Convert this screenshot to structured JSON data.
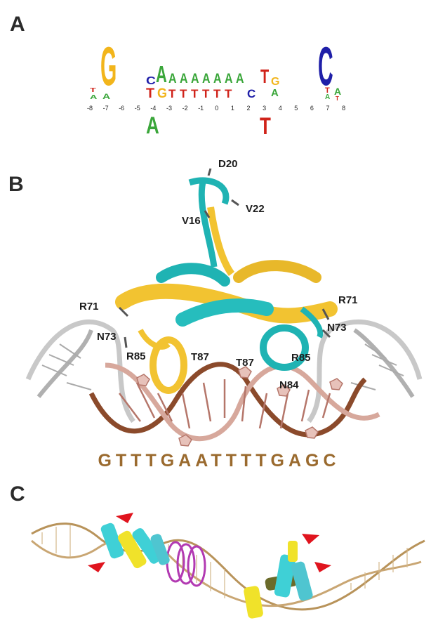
{
  "panels": {
    "a": "A",
    "b": "B",
    "c": "C"
  },
  "logo": {
    "positions": [
      "-8",
      "-7",
      "-6",
      "-5",
      "-4",
      "-3",
      "-2",
      "-1",
      "0",
      "1",
      "2",
      "3",
      "4",
      "5",
      "6",
      "7",
      "8"
    ],
    "colors": {
      "A": "#3aa63a",
      "C": "#1f1fa8",
      "G": "#f2b51b",
      "T": "#d0231a"
    }
  },
  "structure_b": {
    "residues": {
      "d20": "D20",
      "v16": "V16",
      "v22": "V22",
      "r71_left": "R71",
      "r71_right": "R71",
      "n73_left": "N73",
      "n73_right": "N73",
      "r85_left": "R85",
      "r85_right": "R85",
      "t87_left": "T87",
      "t87_right": "T87",
      "n84": "N84"
    },
    "sequence": "GTTTGAATTTTGAGC"
  }
}
